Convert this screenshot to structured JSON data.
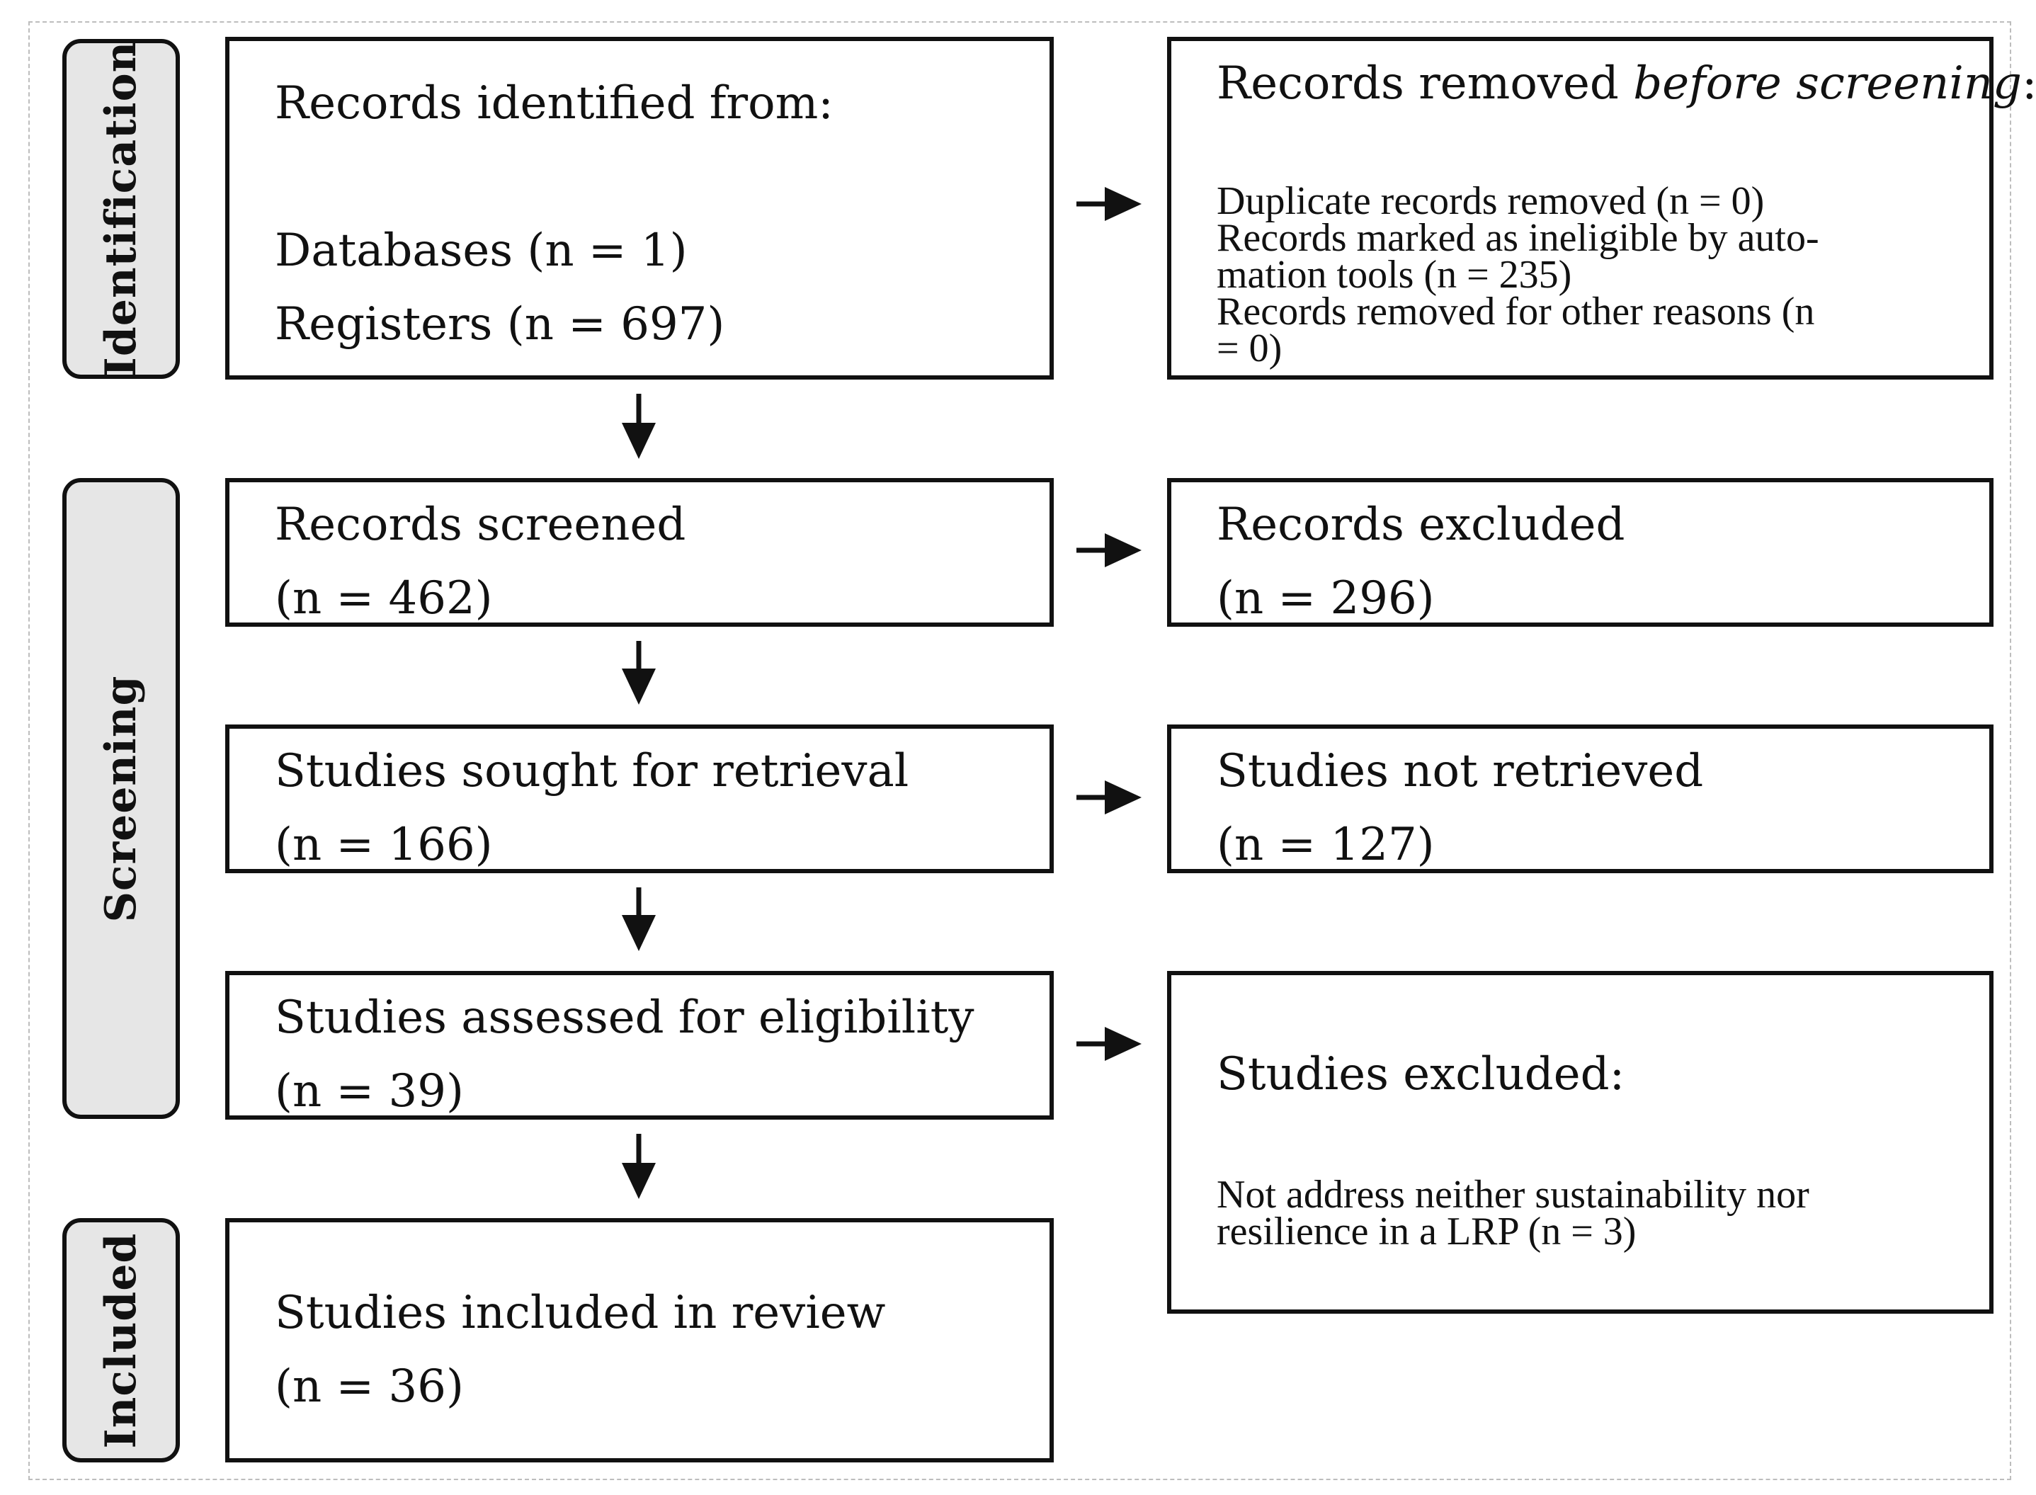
{
  "phases": {
    "identification": "Identification",
    "screening": "Screening",
    "included": "Included"
  },
  "identification": {
    "records_identified_title": "Records identified from:",
    "databases": "Databases (n = 1)",
    "registers": "Registers (n = 697)",
    "removed_title_prefix": "Records removed ",
    "removed_title_emphasis": "before screening",
    "removed_title_suffix": ":",
    "removed_lines": [
      "Duplicate records removed (n = 0)",
      "Records marked as ineligible by auto-",
      "mation tools (n = 235)",
      "Records removed for other reasons (n",
      "= 0)"
    ]
  },
  "screening": {
    "screened_label": "Records screened",
    "screened_n": "(n = 462)",
    "excluded_label": "Records excluded",
    "excluded_n": "(n = 296)",
    "sought_label": "Studies sought for retrieval",
    "sought_n": "(n = 166)",
    "not_retrieved_label": "Studies not retrieved",
    "not_retrieved_n": "(n = 127)",
    "assessed_label": "Studies assessed for eligibility",
    "assessed_n": "(n = 39)",
    "studies_excluded_title": "Studies excluded:",
    "studies_excluded_lines": [
      "Not address neither sustainability nor",
      "resilience in a LRP (n = 3)"
    ]
  },
  "included": {
    "label": "Studies included in review",
    "n": "(n = 36)"
  }
}
